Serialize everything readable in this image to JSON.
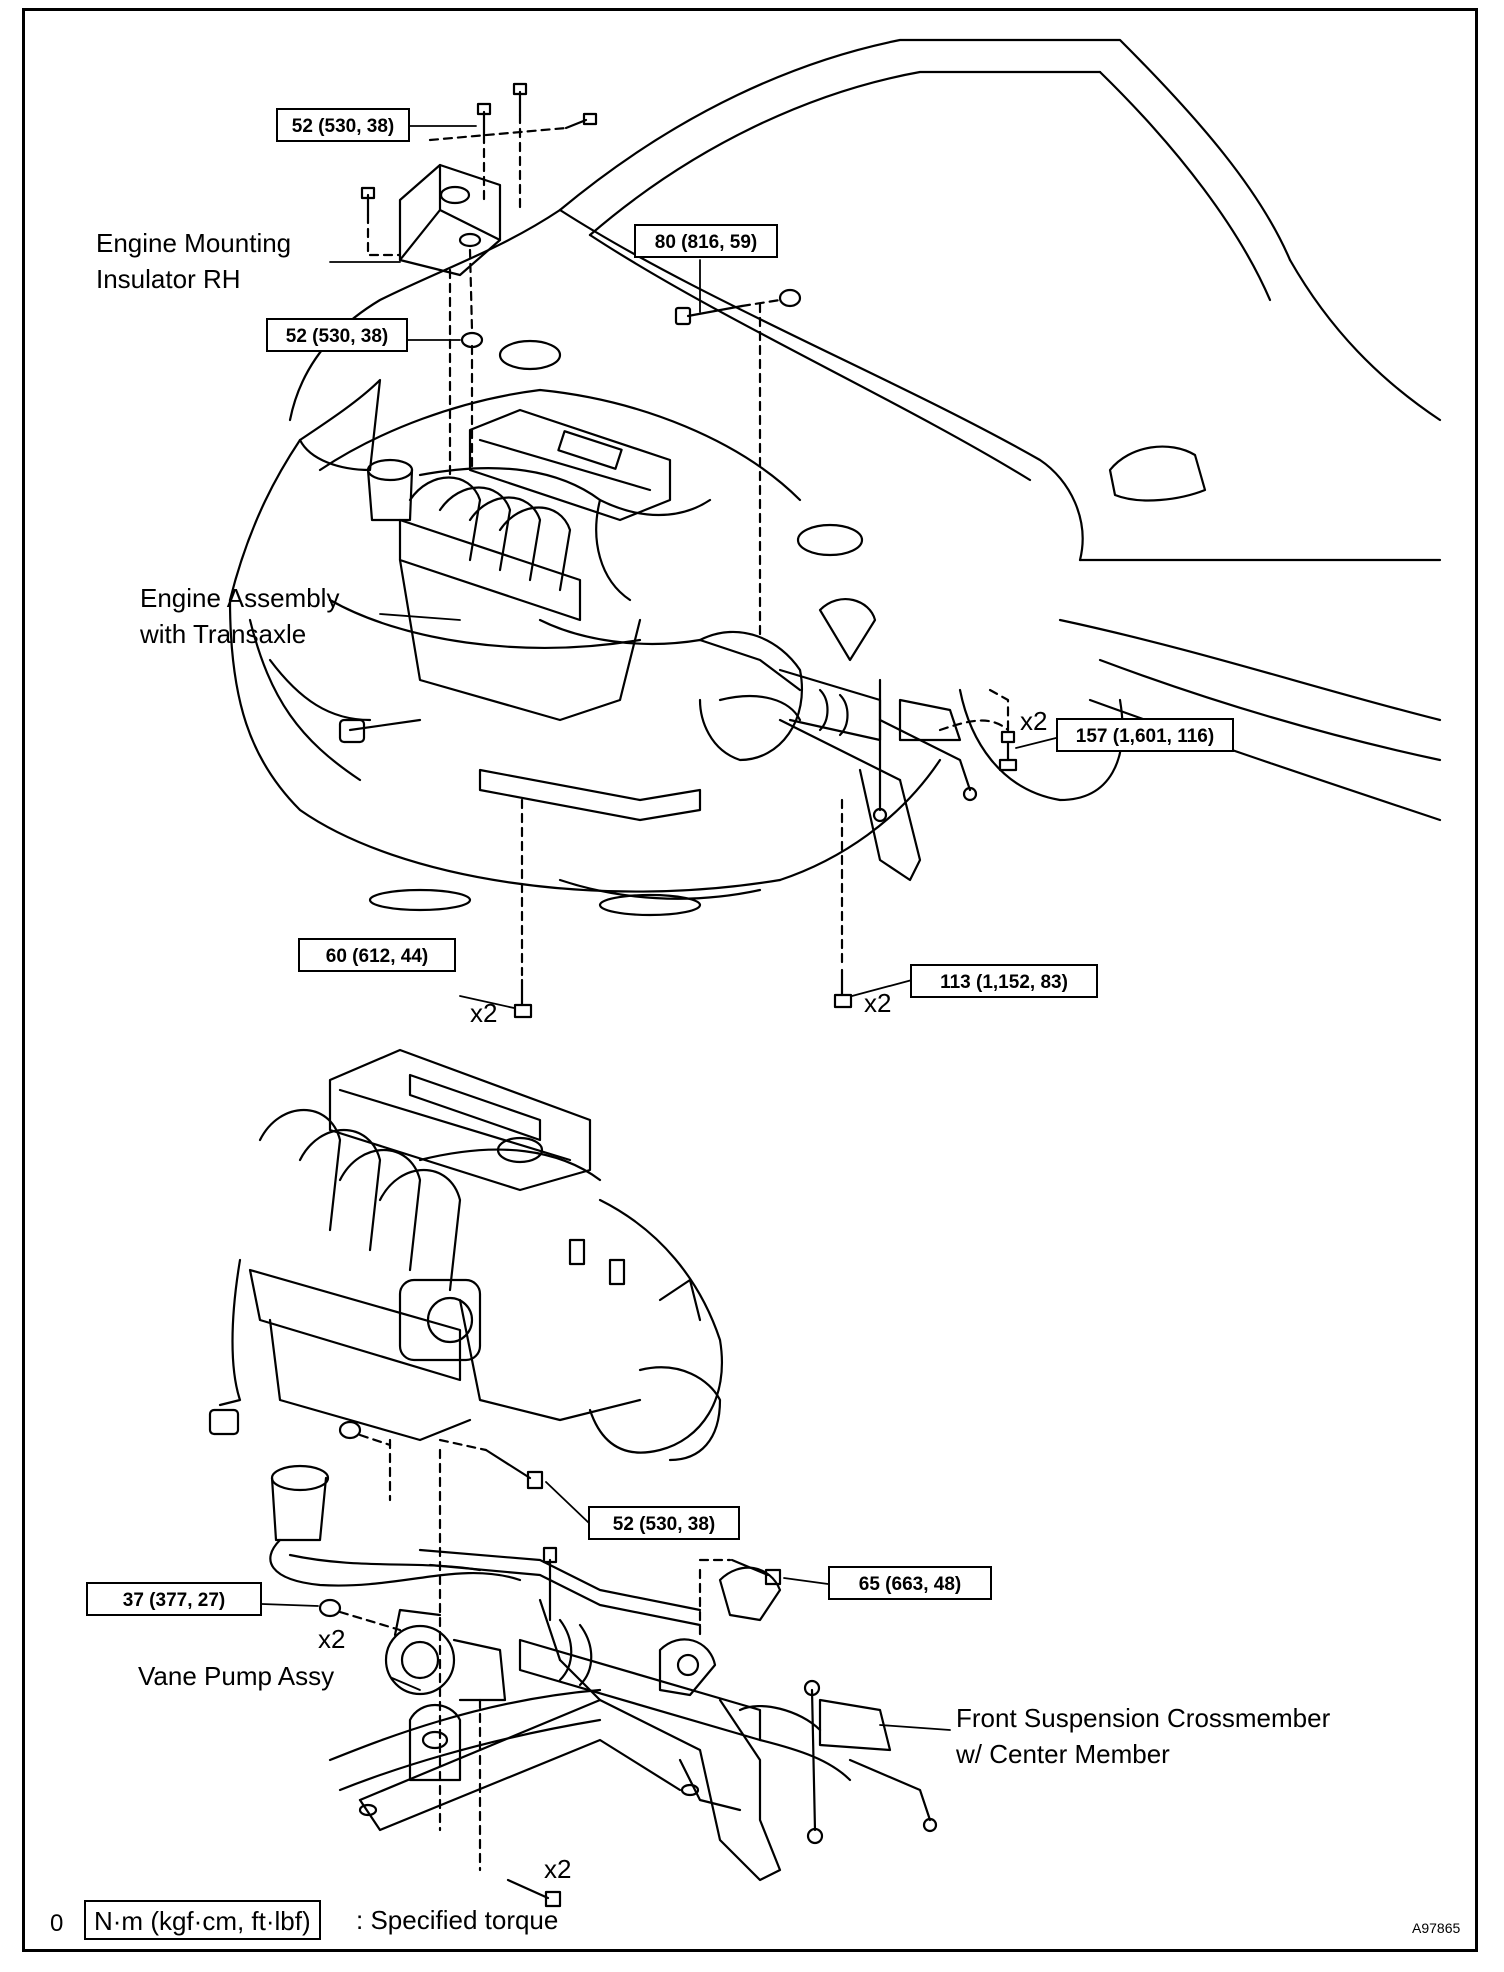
{
  "labels": {
    "engine_mounting_line1": "Engine Mounting",
    "engine_mounting_line2": "Insulator RH",
    "engine_assembly_line1": "Engine Assembly",
    "engine_assembly_line2": "with Transaxle",
    "vane_pump": "Vane Pump Assy",
    "crossmember_line1": "Front Suspension Crossmember",
    "crossmember_line2": "w/ Center Member"
  },
  "torques": {
    "t1": "52 (530, 38)",
    "t2": "52 (530, 38)",
    "t3": "80 (816, 59)",
    "t4": "157 (1,601, 116)",
    "t5": "60 (612, 44)",
    "t6": "113 (1,152, 83)",
    "t7": "52 (530, 38)",
    "t8": "65 (663, 48)",
    "t9": "37 (377, 27)"
  },
  "quantities": {
    "q1": "x2",
    "q2": "x2",
    "q3": "x2",
    "q4": "x2",
    "q5": "x2"
  },
  "legend": {
    "box_text": "N·m (kgf·cm, ft·lbf)",
    "suffix": ": Specified torque",
    "corner_mark": "0"
  },
  "figure_id": "A97865"
}
